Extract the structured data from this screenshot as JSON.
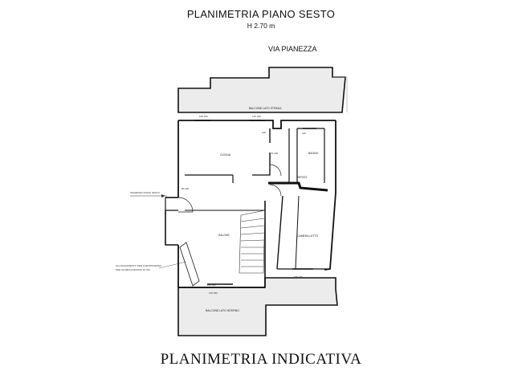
{
  "header": {
    "title": "PLANIMETRIA PIANO SESTO",
    "height": "H 2.70 m",
    "street": "VIA PIANEZZA"
  },
  "rooms": {
    "balcony_top": "BALCONE LATO STRADA",
    "kitchen": "CUCINA",
    "bath": "BAGNO",
    "storage": "RIPOST.",
    "living": "SALONE",
    "bedroom": "CAMERA LETTO",
    "balcony_bottom": "BALCONE LATO INTERNO"
  },
  "notes": {
    "entrance": "INGRESSO PIANO SESTO",
    "stairs_note_1": "ALLOGGIAMENTO PER CARTONGESSO",
    "stairs_note_2": "PER SCARICHI BAGNO 10 CM"
  },
  "dimensions": {
    "d1": "150  220",
    "d2": "145  220",
    "d3": "70  200",
    "d4": "100",
    "d5": "120",
    "d6": "80  220",
    "d7": "210  200",
    "d8": "180  200",
    "d9": "130  250"
  },
  "footer": "PLANIMETRIA INDICATIVA",
  "colors": {
    "wall": "#111111",
    "balcony_fill": "#ececec",
    "line": "#444444"
  }
}
